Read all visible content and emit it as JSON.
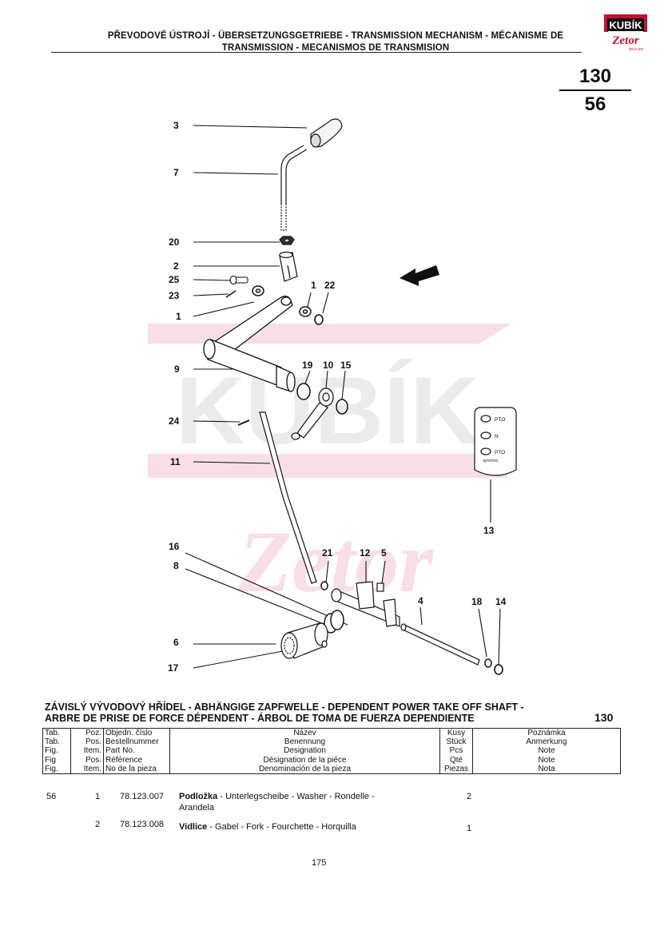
{
  "header": {
    "title_line1": "PŘEVODOVÉ ÚSTROJÍ - ÜBERSETZUNGSGETRIEBE - TRANSMISSION MECHANISM - MÉCANISME DE",
    "title_line2": "TRANSMISSION - MECANISMOS DE TRANSMISION",
    "group": "130",
    "figure": "56"
  },
  "logo": {
    "word1": "KUBÍK",
    "word2": "Zetor",
    "word3": "DEALER"
  },
  "diagram": {
    "callouts": [
      "3",
      "7",
      "20",
      "2",
      "25",
      "23",
      "1",
      "1",
      "22",
      "9",
      "19",
      "10",
      "15",
      "24",
      "11",
      "13",
      "16",
      "21",
      "12",
      "5",
      "8",
      "4",
      "18",
      "14",
      "6",
      "17"
    ],
    "watermark": "KUBÍK",
    "badge": {
      "row1": "PTO",
      "row2": "N",
      "row3": "PTO",
      "row3_sub": "synchro"
    }
  },
  "section": {
    "title_line1": "ZÁVISLÝ VÝVODOVÝ HŘÍDEL - ABHÄNGIGE ZAPFWELLE - DEPENDENT POWER TAKE OFF SHAFT -",
    "title_line2": "ARBRE DE PRISE DE FORCE DÉPENDENT - ÁRBOL DE TOMA DE FUERZA DEPENDIENTE",
    "code": "130"
  },
  "columns": {
    "tab": [
      "Tab.",
      "Tab.",
      "Fig.",
      "Fig",
      "Fig."
    ],
    "pos": [
      "Poz.",
      "Pos.",
      "Item.",
      "Pos.",
      "Item."
    ],
    "order": [
      "Objedn. číslo",
      "Bestellnummer",
      "Part No.",
      "Référence",
      "No de la pieza"
    ],
    "name": [
      "Název",
      "Benennung",
      "Designation",
      "Désignation de la piéce",
      "Denominación de la pieza"
    ],
    "qty": [
      "Kusy",
      "Stück",
      "Pcs",
      "Qté",
      "Piezas"
    ],
    "note": [
      "Poznámka",
      "Anmerkung",
      "Note",
      "Note",
      "Nota"
    ]
  },
  "rows": [
    {
      "fig": "56",
      "pos": "1",
      "part": "78.123.007",
      "name_bold": "Podložka",
      "name_rest": " -  Unterlegscheibe - Washer - Rondelle -",
      "name_line2": "Arandela",
      "qty": "2"
    },
    {
      "fig": "",
      "pos": "2",
      "part": "78.123.008",
      "name_bold": "Vidlice",
      "name_rest": " - Gabel - Fork - Fourchette - Horquilla",
      "name_line2": "",
      "qty": "1"
    }
  ],
  "page_number": "175"
}
